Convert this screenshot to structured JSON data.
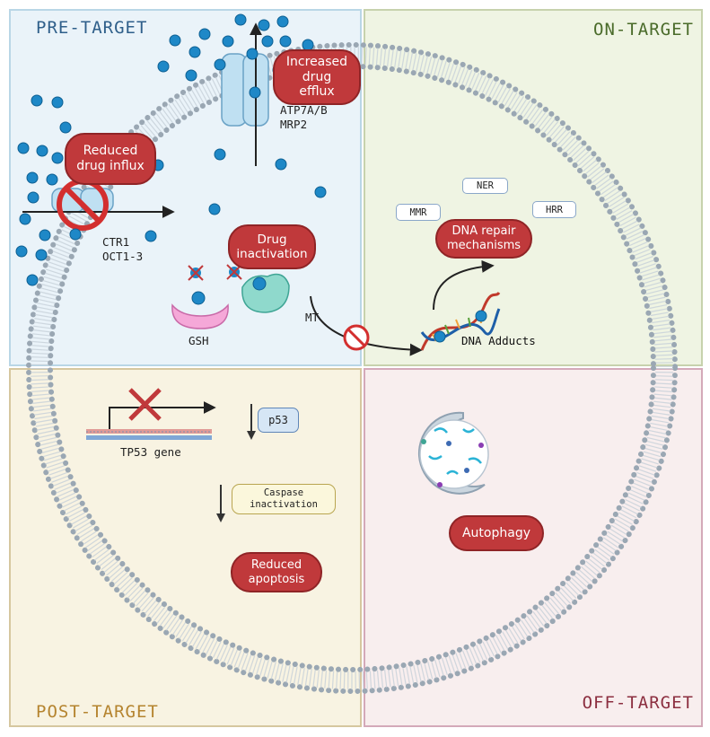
{
  "quadrants": {
    "pre_target": "PRE-TARGET",
    "on_target": "ON-TARGET",
    "post_target": "POST-TARGET",
    "off_target": "OFF-TARGET"
  },
  "pre_target": {
    "reduced_influx": "Reduced\ndrug influx",
    "increased_efflux": "Increased\ndrug efflux",
    "influx_transporters": "CTR1\nOCT1-3",
    "efflux_transporters": "ATP7A/B\nMRP2",
    "drug_inactivation": "Drug\ninactivation",
    "gsh_label": "GSH",
    "mt_label": "MT"
  },
  "on_target": {
    "ner": "NER",
    "mmr": "MMR",
    "hrr": "HRR",
    "dna_repair": "DNA repair\nmechanisms",
    "dna_adducts": "DNA Adducts"
  },
  "post_target": {
    "gene_label": "TP53 gene",
    "p53": "p53",
    "caspase": "Caspase\ninactivation",
    "reduced_apoptosis": "Reduced\napoptosis"
  },
  "off_target": {
    "autophagy": "Autophagy"
  },
  "colors": {
    "pill_red": "#c0393b",
    "drug_blue": "#1e88c7",
    "membrane": "#9aa7b3",
    "pre_bg": "#eaf3f9",
    "on_bg": "#eff4e3",
    "post_bg": "#f8f3e2",
    "off_bg": "#f8eeee"
  }
}
